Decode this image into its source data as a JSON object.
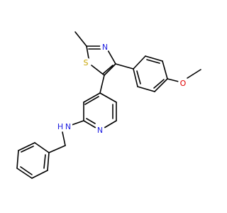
{
  "molecule": {
    "atom_labels": {
      "sulfur": "S",
      "thiazole_nitrogen": "N",
      "oxygen": "O",
      "pyridine_nitrogen": "N",
      "amine": "H",
      "amine_nitrogen": "N"
    },
    "colors": {
      "bond": "#000000",
      "sulfur": "#c8a400",
      "nitrogen": "#1f1fe0",
      "oxygen": "#e00000",
      "background": "#ffffff"
    }
  }
}
